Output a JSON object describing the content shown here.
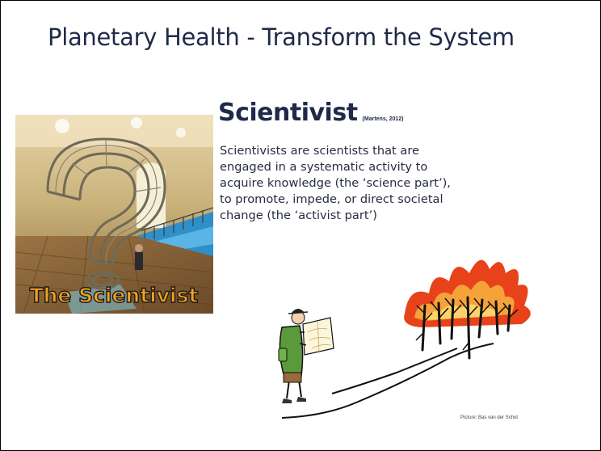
{
  "slide": {
    "title": "Planetary Health - Transform the System",
    "heading": "Scientivist",
    "citation": "(Martens, 2012)",
    "definition": "Scientivists are scientists that are engaged in a systematic activity to acquire knowledge (the ‘science part’), to promote, impede, or direct societal change (the ‘activist part’)",
    "photo_caption": "The Scientivist",
    "picture_credit": "Picture: Bas van der Schot"
  },
  "colors": {
    "title_text": "#1f2a4a",
    "caption_fill": "#f2a021",
    "fire": "#e8421b",
    "backpack": "#5a9a3c"
  }
}
